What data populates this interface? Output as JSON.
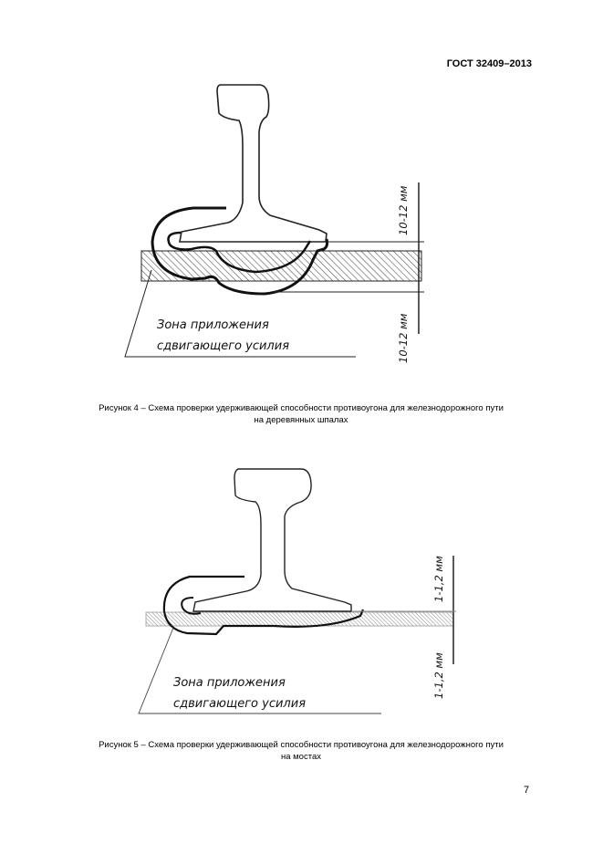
{
  "header": {
    "standard": "ГОСТ 32409–2013"
  },
  "figure4": {
    "zone_label_line1": "Зона приложения",
    "zone_label_line2": "сдвигающего усилия",
    "dim_top": "10-12 мм",
    "dim_bottom": "10-12 мм",
    "caption_line1": "Рисунок 4 – Схема проверки удерживающей способности  противоугона для железнодорожного пути",
    "caption_line2": "на деревянных шпалах"
  },
  "figure5": {
    "zone_label_line1": "Зона приложения",
    "zone_label_line2": "сдвигающего усилия",
    "dim_top": "1-1,2 мм",
    "dim_bottom": "1-1,2 мм",
    "caption_line1": "Рисунок 5 – Схема проверки удерживающей способности  противоугона для железнодорожного пути",
    "caption_line2": "на мостах"
  },
  "footer": {
    "page_number": "7"
  }
}
